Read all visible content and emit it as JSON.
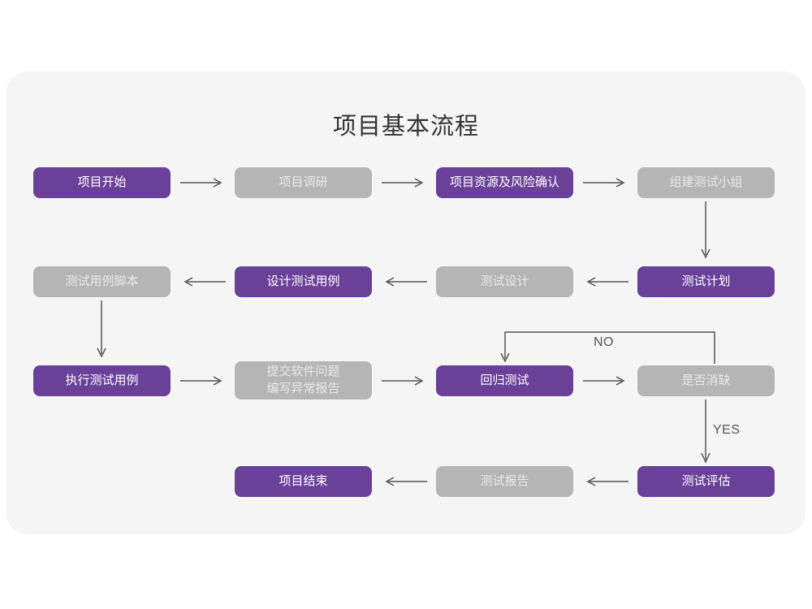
{
  "page": {
    "title": "项目基本流程",
    "card_background": "#f5f5f5",
    "page_background": "#ffffff"
  },
  "palette": {
    "accent_purple": "#6a4099",
    "muted_gray": "#b5b5b5",
    "purple_text": "#ffffff",
    "gray_text": "#e9e9e9",
    "arrow": "#555555",
    "title_text": "#333333"
  },
  "chart_data": {
    "type": "diagram",
    "title": "项目基本流程",
    "nodes": [
      {
        "id": "n1",
        "label": "项目开始",
        "style": "purple",
        "row": 1,
        "col": 1
      },
      {
        "id": "n2",
        "label": "项目调研",
        "style": "gray",
        "row": 1,
        "col": 2
      },
      {
        "id": "n3",
        "label": "项目资源及风险确认",
        "style": "purple",
        "row": 1,
        "col": 3
      },
      {
        "id": "n4",
        "label": "组建测试小组",
        "style": "gray",
        "row": 1,
        "col": 4
      },
      {
        "id": "n5",
        "label": "测试用例脚本",
        "style": "gray",
        "row": 2,
        "col": 1
      },
      {
        "id": "n6",
        "label": "设计测试用例",
        "style": "purple",
        "row": 2,
        "col": 2
      },
      {
        "id": "n7",
        "label": "测试设计",
        "style": "gray",
        "row": 2,
        "col": 3
      },
      {
        "id": "n8",
        "label": "测试计划",
        "style": "purple",
        "row": 2,
        "col": 4
      },
      {
        "id": "n9",
        "label": "执行测试用例",
        "style": "purple",
        "row": 3,
        "col": 1
      },
      {
        "id": "n10",
        "label": "提交软件问题\n编写异常报告",
        "style": "gray",
        "row": 3,
        "col": 2
      },
      {
        "id": "n11",
        "label": "回归测试",
        "style": "purple",
        "row": 3,
        "col": 3
      },
      {
        "id": "n12",
        "label": "是否消缺",
        "style": "gray",
        "row": 3,
        "col": 4
      },
      {
        "id": "n13",
        "label": "项目结束",
        "style": "purple",
        "row": 4,
        "col": 2
      },
      {
        "id": "n14",
        "label": "测试报告",
        "style": "gray",
        "row": 4,
        "col": 3
      },
      {
        "id": "n15",
        "label": "测试评估",
        "style": "purple",
        "row": 4,
        "col": 4
      }
    ],
    "edges": [
      {
        "from": "n1",
        "to": "n2",
        "label": "",
        "direction": "right"
      },
      {
        "from": "n2",
        "to": "n3",
        "label": "",
        "direction": "right"
      },
      {
        "from": "n3",
        "to": "n4",
        "label": "",
        "direction": "right"
      },
      {
        "from": "n4",
        "to": "n8",
        "label": "",
        "direction": "down"
      },
      {
        "from": "n8",
        "to": "n7",
        "label": "",
        "direction": "left"
      },
      {
        "from": "n7",
        "to": "n6",
        "label": "",
        "direction": "left"
      },
      {
        "from": "n6",
        "to": "n5",
        "label": "",
        "direction": "left"
      },
      {
        "from": "n5",
        "to": "n9",
        "label": "",
        "direction": "down"
      },
      {
        "from": "n9",
        "to": "n10",
        "label": "",
        "direction": "right"
      },
      {
        "from": "n10",
        "to": "n11",
        "label": "",
        "direction": "right"
      },
      {
        "from": "n11",
        "to": "n12",
        "label": "",
        "direction": "right"
      },
      {
        "from": "n12",
        "to": "n11",
        "label": "NO",
        "direction": "loop-up-left-down"
      },
      {
        "from": "n12",
        "to": "n15",
        "label": "YES",
        "direction": "down"
      },
      {
        "from": "n15",
        "to": "n14",
        "label": "",
        "direction": "left"
      },
      {
        "from": "n14",
        "to": "n13",
        "label": "",
        "direction": "left"
      }
    ],
    "edge_labels": [
      "NO",
      "YES"
    ]
  }
}
